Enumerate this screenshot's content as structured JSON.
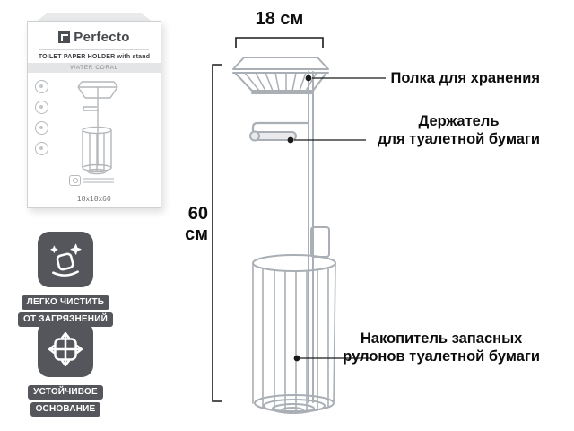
{
  "product_box": {
    "brand": "Perfecto",
    "title": "TOILET PAPER HOLDER with stand",
    "subtitle": "WATER CORAL",
    "size_label": "18x18x60"
  },
  "features": [
    {
      "icon": "sparkle-clean-icon",
      "lines": [
        "ЛЕГКО ЧИСТИТЬ",
        "ОТ ЗАГРЯЗНЕНИЙ"
      ]
    },
    {
      "icon": "arrows-cross-icon",
      "lines": [
        "УСТОЙЧИВОЕ",
        "ОСНОВАНИЕ"
      ]
    }
  ],
  "dimensions": {
    "width_label": "18 см",
    "height_label": "60 см"
  },
  "callouts": [
    {
      "lines": [
        "Полка для хранения"
      ]
    },
    {
      "lines": [
        "Держатель",
        "для туалетной бумаги"
      ]
    },
    {
      "lines": [
        "Накопитель запасных",
        "рулонов туалетной бумаги"
      ]
    }
  ],
  "colors": {
    "feature_bg": "#54565b",
    "chrome": "#a9afb4",
    "line": "#1a1a1a"
  }
}
